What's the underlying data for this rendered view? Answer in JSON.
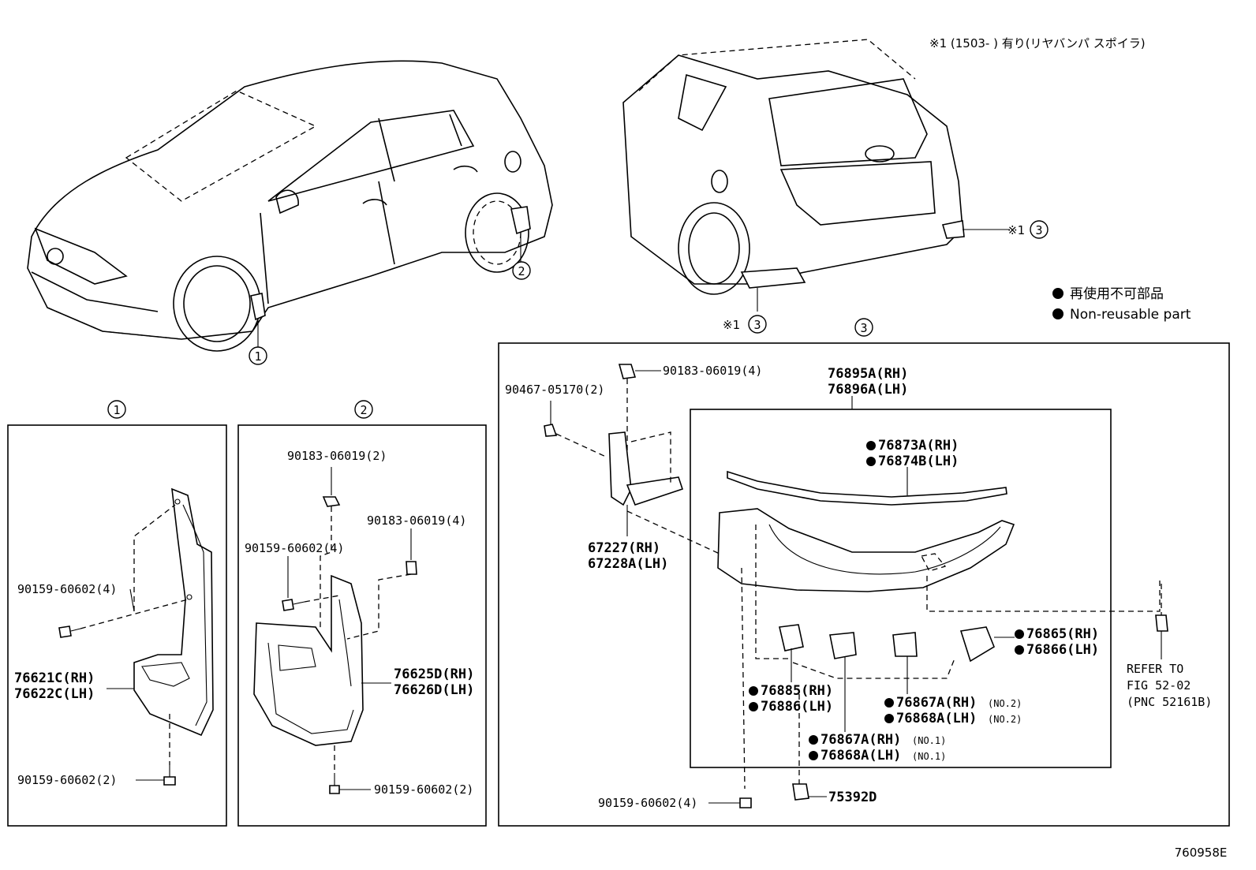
{
  "notes": {
    "top_note": "※1 (1503-        ) 有り(リヤバンパ スポイラ)",
    "marker_note": "※1",
    "diagram_code": "760958E"
  },
  "legend": {
    "jp": "再使用不可部品",
    "en": "Non-reusable part"
  },
  "callouts": {
    "c1": "1",
    "c2": "2",
    "c3": "3"
  },
  "panel1": {
    "title": "1",
    "labels": {
      "bolt_top": "90159-60602(4)",
      "flap_rh": "76621C(RH)",
      "flap_lh": "76622C(LH)",
      "bolt_bottom": "90159-60602(2)"
    }
  },
  "panel2": {
    "title": "2",
    "labels": {
      "nut_top": "90183-06019(2)",
      "nut_right": "90183-06019(4)",
      "bolt_top": "90159-60602(4)",
      "flap_rh": "76625D(RH)",
      "flap_lh": "76626D(LH)",
      "bolt_bottom": "90159-60602(2)"
    }
  },
  "panel3": {
    "title": "3",
    "labels": {
      "nut_top": "90183-06019(4)",
      "clip": "90467-05170(2)",
      "bracket_rh": "67227(RH)",
      "bracket_lh": "67228A(LH)",
      "spoiler_rh": "76895A(RH)",
      "spoiler_lh": "76896A(LH)",
      "mold_rh": "76873A(RH)",
      "mold_lh": "76874B(LH)",
      "cap_rh": "76865(RH)",
      "cap_lh": "76866(LH)",
      "retainer_rh": "76885(RH)",
      "retainer_lh": "76886(LH)",
      "clip2_rh": "76867A(RH)",
      "clip2_lh": "76868A(LH)",
      "no2": "(NO.2)",
      "clip1_rh": "76867A(RH)",
      "clip1_lh": "76868A(LH)",
      "no1": "(NO.1)",
      "refer1": "REFER TO",
      "refer2": "FIG 52-02",
      "refer3": "(PNC 52161B)",
      "bolt_bottom": "90159-60602(4)",
      "fastener": "75392D"
    }
  }
}
